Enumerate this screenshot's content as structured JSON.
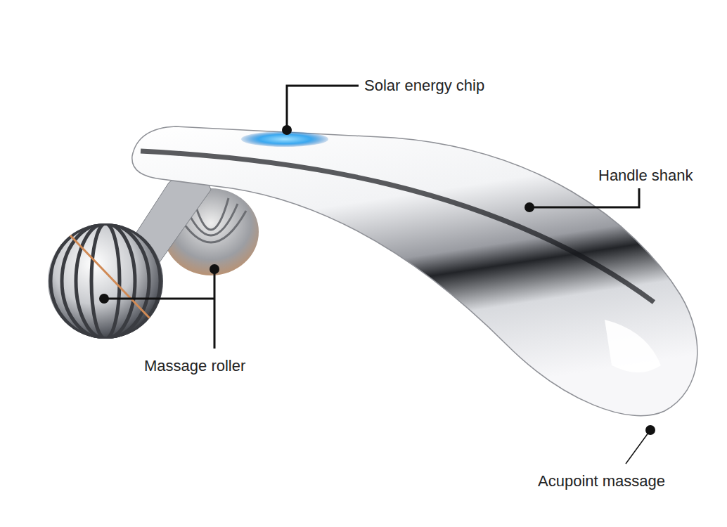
{
  "diagram": {
    "labels": [
      "Solar energy chip",
      "Handle shank",
      "Massage roller",
      "Acupoint massage"
    ]
  }
}
